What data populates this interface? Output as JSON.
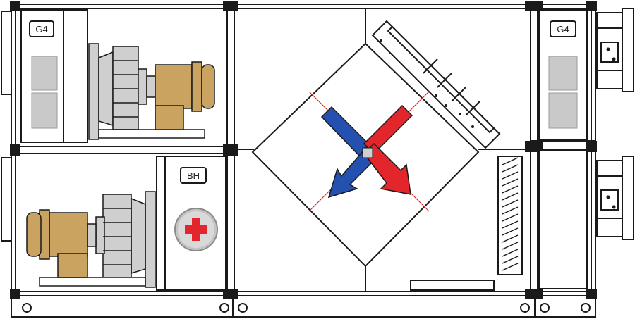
{
  "labels": {
    "filter_left": "G4",
    "filter_right": "G4",
    "heater": "BH"
  },
  "colors": {
    "outline": "#1a1a1a",
    "panel": "#ffffff",
    "filter": "#c9c9c9",
    "fan": "#cfcfcf",
    "motor": "#c9a35f",
    "supply_arrow": "#e3262b",
    "exhaust_arrow": "#2450b0",
    "crosshair": "#d32f2f",
    "heater_disc": "#c4c4c4",
    "heater_cross": "#e3262b"
  },
  "icons": {
    "heater": "red-cross-heater-icon",
    "recuperator": "cross-flow-recuperator-icon"
  }
}
